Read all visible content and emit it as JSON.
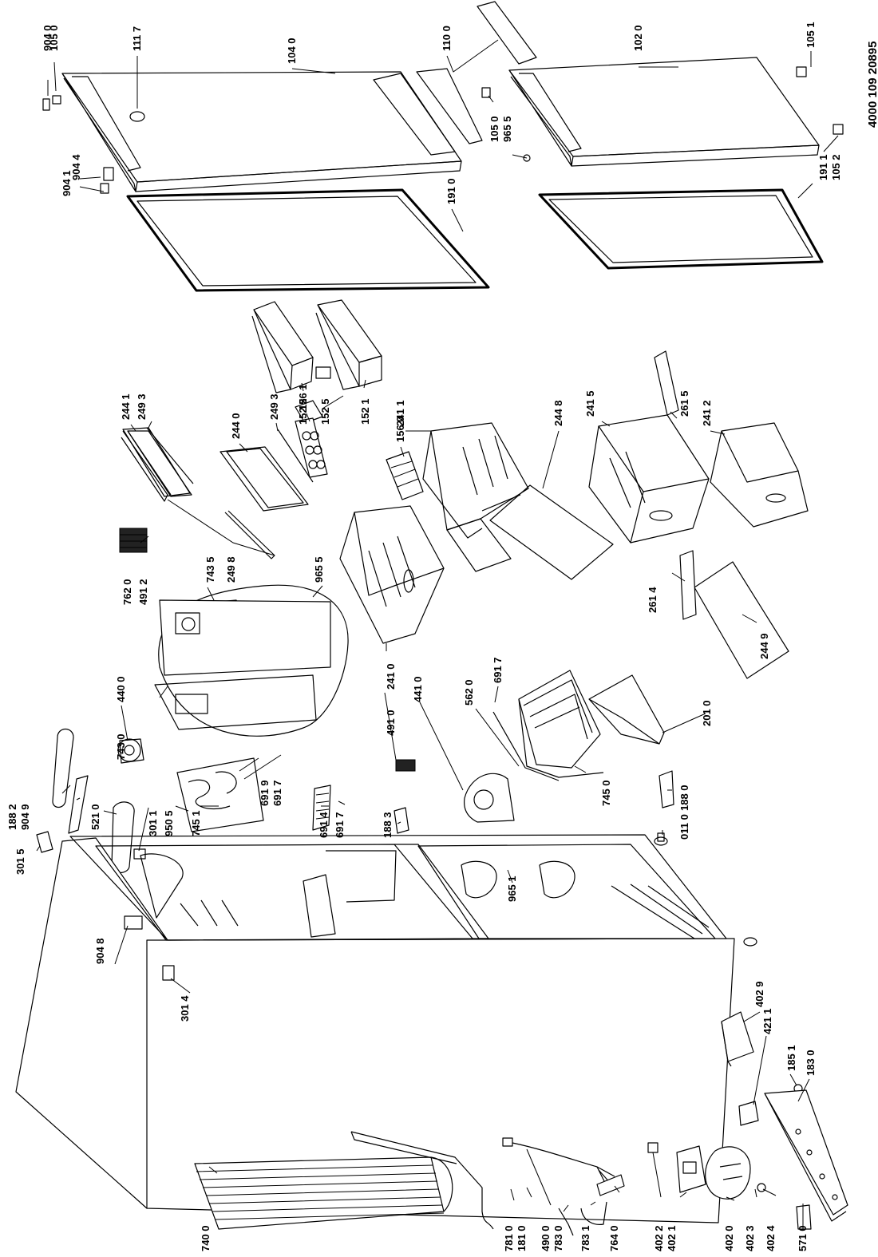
{
  "document_number": "4000 109 20895",
  "part_labels": [
    "904 0",
    "105 0",
    "111 7",
    "104 0",
    "110 0",
    "102 0",
    "105 1",
    "904 1",
    "904 4",
    "191 0",
    "105 0",
    "965 5",
    "191 1",
    "105 2",
    "244 1",
    "249 3",
    "244 0",
    "249 3",
    "156 1",
    "152 2",
    "152 5",
    "152 1",
    "156 0",
    "241 1",
    "244 8",
    "241 5",
    "261 5",
    "241 2",
    "762 0",
    "491 2",
    "743 5",
    "249 8",
    "965 5",
    "261 4",
    "244 9",
    "440 0",
    "743 0",
    "491 0",
    "241 0",
    "441 0",
    "562 0",
    "691 7",
    "745 0",
    "201 0",
    "188 2",
    "904 9",
    "521 0",
    "301 1",
    "950 5",
    "745 1",
    "691 9",
    "691 7",
    "691 4",
    "691 7",
    "188 3",
    "188 0",
    "011 0",
    "301 5",
    "965 1",
    "904 8",
    "301 4",
    "402 9",
    "421 1",
    "185 1",
    "183 0",
    "740 0",
    "781 0",
    "181 0",
    "490 0",
    "783 0",
    "783 1",
    "764 0",
    "402 2",
    "402 1",
    "402 0",
    "402 3",
    "402 4",
    "571 0"
  ]
}
